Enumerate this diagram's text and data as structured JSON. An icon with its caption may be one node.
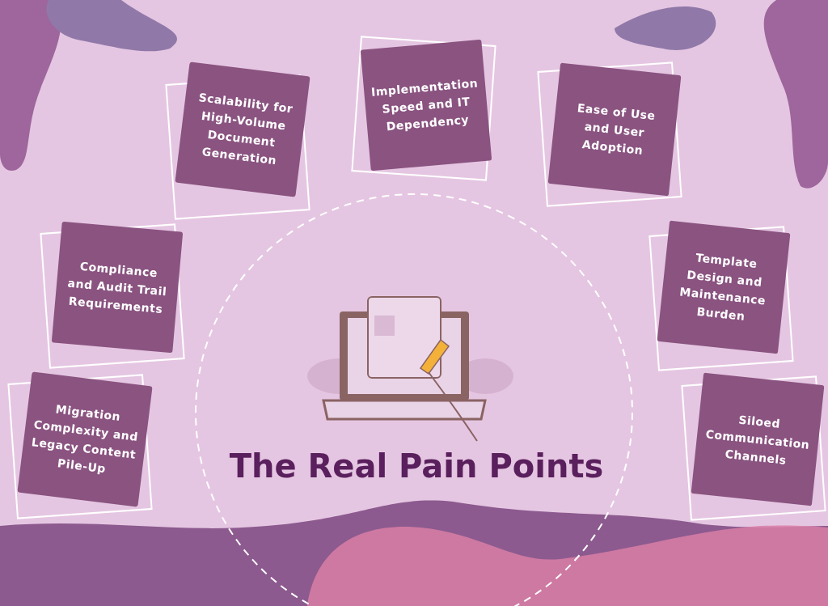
{
  "diagram": {
    "title": "The Real Pain Points",
    "nodes": [
      {
        "text": [
          "Scalability for High-Volume Document Generation"
        ]
      },
      {
        "text": [
          "Implementation Speed and IT Dependency"
        ]
      },
      {
        "text": [
          "Ease of Use and User Adoption"
        ]
      },
      {
        "text": [
          "Compliance and Audit Trail Requirements"
        ]
      },
      {
        "text": [
          "Template Design and Maintenance Burden"
        ]
      },
      {
        "text": [
          "Migration Complexity and Legacy Content Pile-Up"
        ]
      },
      {
        "text": [
          "Siloed Communication Channels"
        ]
      }
    ]
  }
}
